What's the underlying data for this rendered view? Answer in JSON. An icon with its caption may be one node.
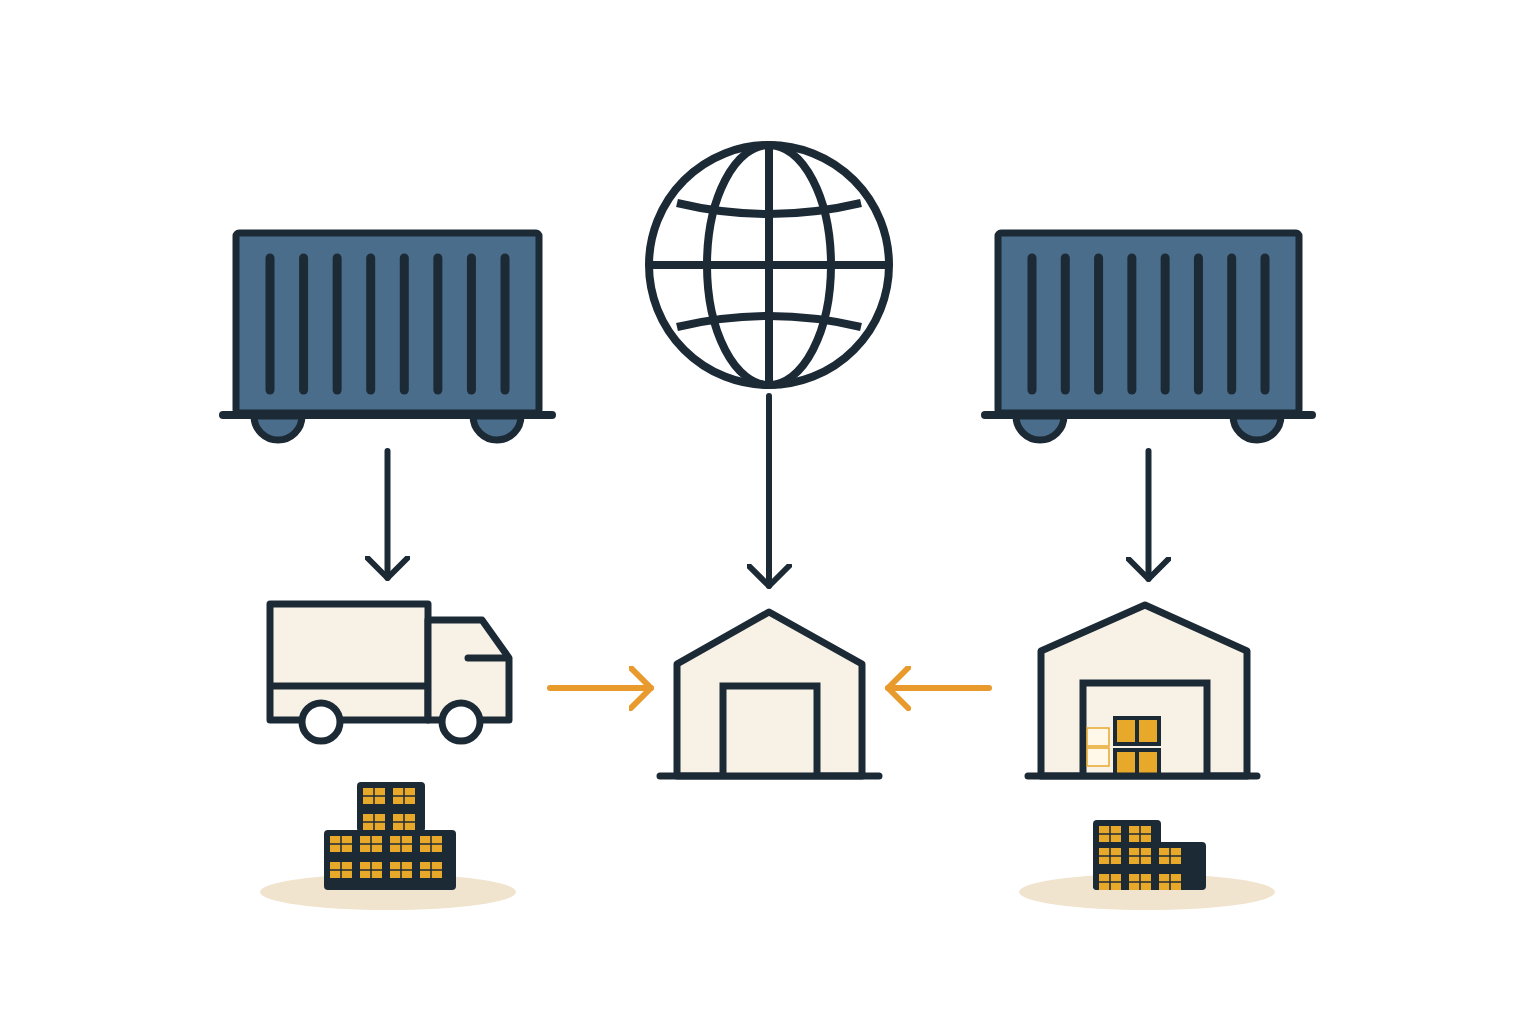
{
  "diagram": {
    "nodes": [
      {
        "text": [],
        "shape": "picture"
      },
      {
        "text": [],
        "shape": "picture"
      },
      {
        "text": [],
        "shape": "picture"
      },
      {
        "text": [],
        "shape": "picture"
      },
      {
        "text": [],
        "shape": "picture"
      },
      {
        "text": [],
        "shape": "picture"
      }
    ],
    "edges": [
      {
        "from": 0,
        "to": 3,
        "arrow": "to"
      },
      {
        "from": 1,
        "to": 4,
        "arrow": "to"
      },
      {
        "from": 2,
        "to": 5,
        "arrow": "to"
      },
      {
        "from": 3,
        "to": 4,
        "arrow": "to",
        "color": "#e89a2c"
      },
      {
        "from": 5,
        "to": 4,
        "arrow": "to",
        "color": "#e89a2c"
      }
    ]
  }
}
